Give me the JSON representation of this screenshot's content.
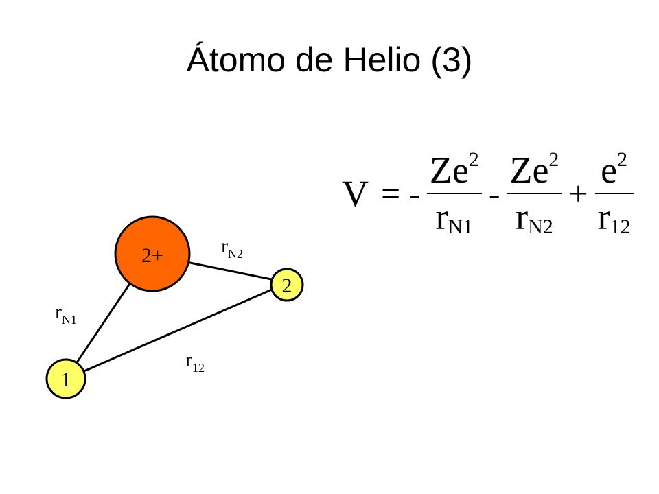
{
  "title": "Átomo de Helio (3)",
  "colors": {
    "nucleus": "#ff6600",
    "electron": "#ffff66",
    "stroke": "#000000"
  },
  "diagram": {
    "nucleus_label": "2+",
    "electron1_label": "1",
    "electron2_label": "2",
    "bond_n1": {
      "base": "r",
      "sub": "N1"
    },
    "bond_n2": {
      "base": "r",
      "sub": "N2"
    },
    "bond_12": {
      "base": "r",
      "sub": "12"
    }
  },
  "formula": {
    "lhs": "V",
    "equals": "=",
    "terms": [
      {
        "sign": "-",
        "num_base": "Ze",
        "num_sup": "2",
        "den_base": "r",
        "den_sub": "N1"
      },
      {
        "sign": "-",
        "num_base": "Ze",
        "num_sup": "2",
        "den_base": "r",
        "den_sub": "N2"
      },
      {
        "sign": "+",
        "num_base": "e",
        "num_sup": "2",
        "den_base": "r",
        "den_sub": "12"
      }
    ]
  }
}
